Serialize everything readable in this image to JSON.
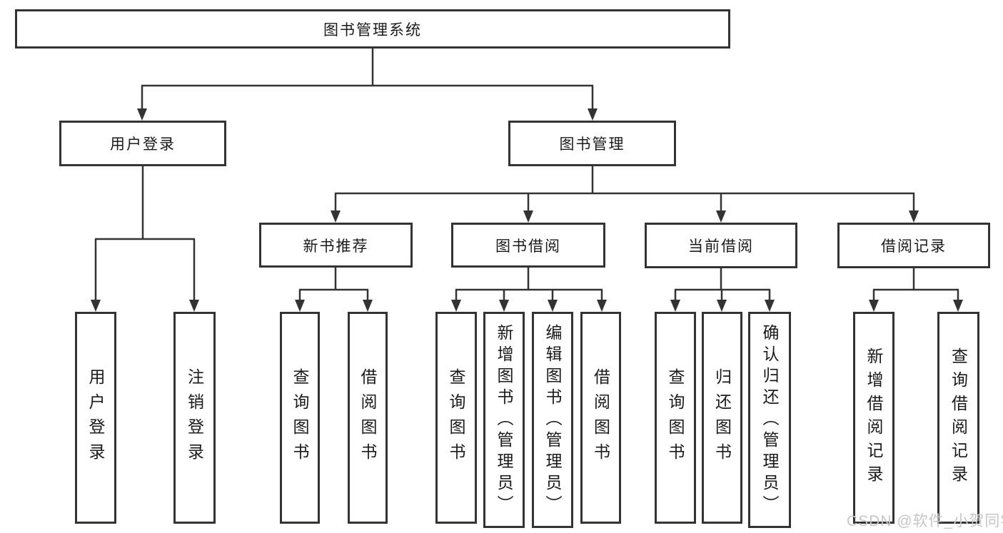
{
  "diagram_title": "图书管理系统",
  "watermark": "CSDN @软件_小贺同学",
  "colors": {
    "line": "#333333",
    "box_border": "#333333",
    "text": "#1a1a1a",
    "watermark": "#c6c6c6",
    "background": "#ffffff"
  },
  "nodes": {
    "root": {
      "label": "图书管理系统"
    },
    "level2": [
      {
        "label": "用户登录"
      },
      {
        "label": "图书管理"
      }
    ],
    "level3": [
      {
        "label": "新书推荐",
        "parent": "图书管理"
      },
      {
        "label": "图书借阅",
        "parent": "图书管理"
      },
      {
        "label": "当前借阅",
        "parent": "图书管理"
      },
      {
        "label": "借阅记录",
        "parent": "图书管理"
      }
    ],
    "leaves": [
      {
        "label": "用户登录",
        "parent": "用户登录"
      },
      {
        "label": "注销登录",
        "parent": "用户登录"
      },
      {
        "label": "查询图书",
        "parent": "新书推荐"
      },
      {
        "label": "借阅图书",
        "parent": "新书推荐"
      },
      {
        "label": "查询图书",
        "parent": "图书借阅"
      },
      {
        "label": "新增图书（管理员）",
        "parent": "图书借阅"
      },
      {
        "label": "编辑图书（管理员）",
        "parent": "图书借阅"
      },
      {
        "label": "借阅图书",
        "parent": "图书借阅"
      },
      {
        "label": "查询图书",
        "parent": "当前借阅"
      },
      {
        "label": "归还图书",
        "parent": "当前借阅"
      },
      {
        "label": "确认归还（管理员）",
        "parent": "当前借阅"
      },
      {
        "label": "新增借阅记录",
        "parent": "借阅记录"
      },
      {
        "label": "查询借阅记录",
        "parent": "借阅记录"
      }
    ]
  }
}
